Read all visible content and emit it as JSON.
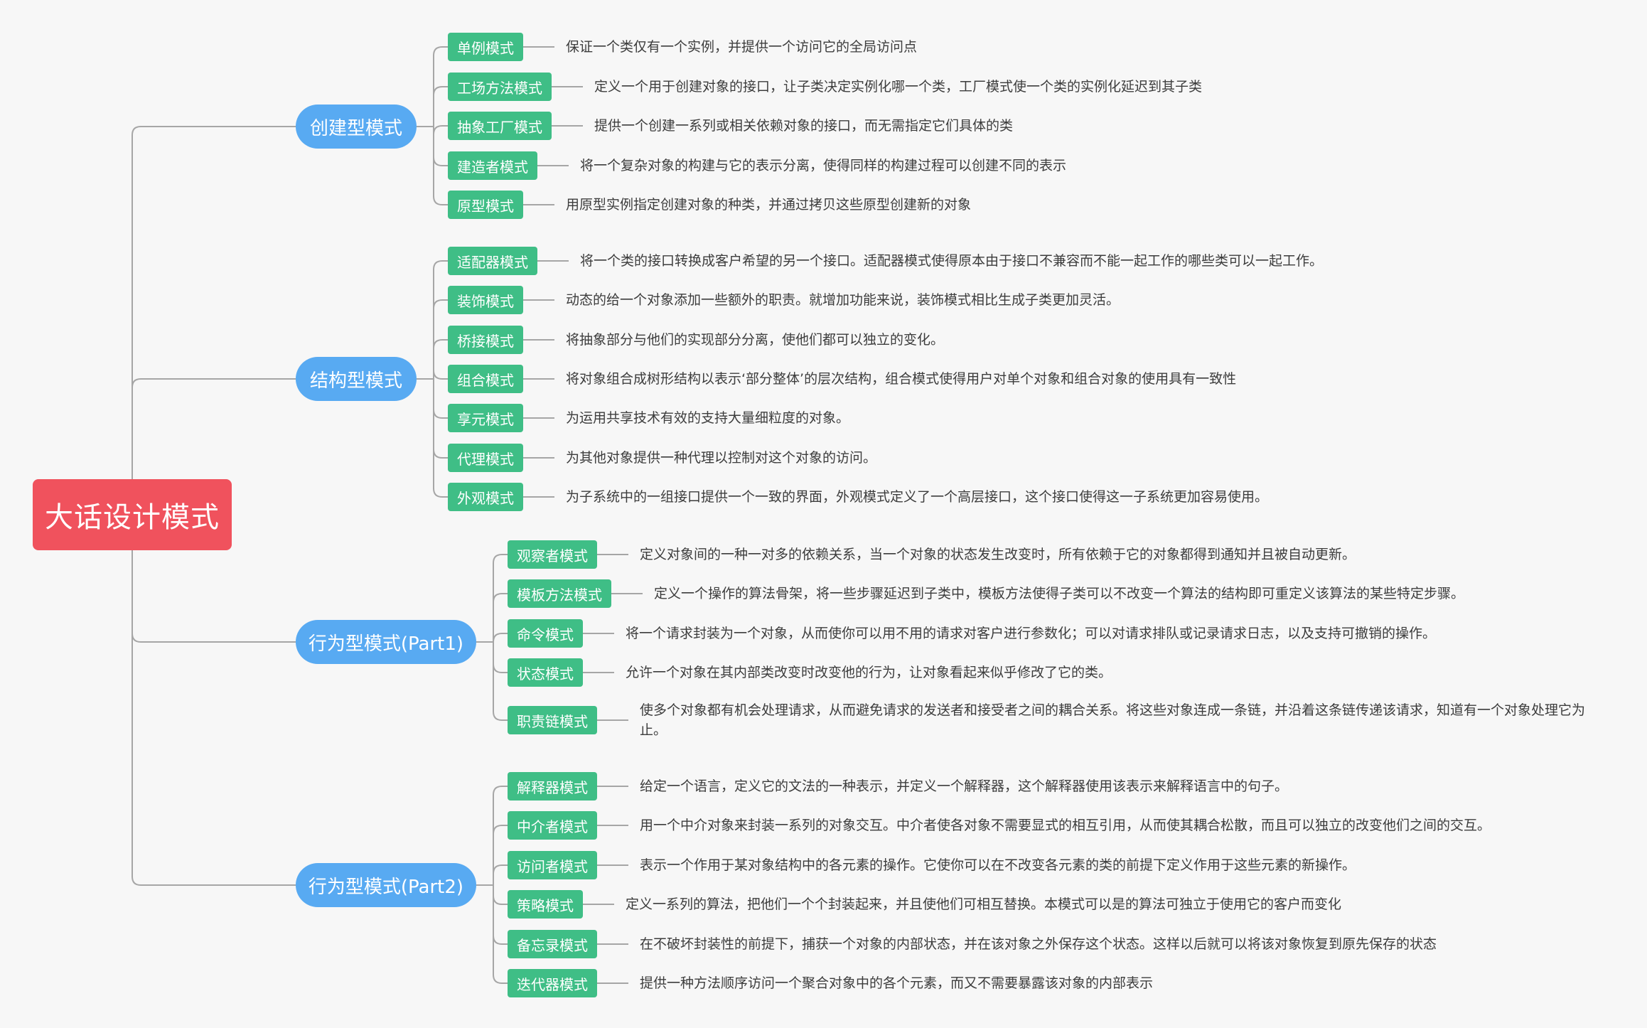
{
  "root": {
    "title": "大话设计模式"
  },
  "colors": {
    "root": "#f0525d",
    "category": "#58aaf2",
    "pattern": "#3fbe86",
    "line": "#a6a6a6",
    "background": "#f7f7f7"
  },
  "categories": [
    {
      "label": "创建型模式",
      "patterns": [
        {
          "name": "单例模式",
          "description": "保证一个类仅有一个实例，并提供一个访问它的全局访问点"
        },
        {
          "name": "工场方法模式",
          "description": "定义一个用于创建对象的接口，让子类决定实例化哪一个类，工厂模式使一个类的实例化延迟到其子类"
        },
        {
          "name": "抽象工厂模式",
          "description": "提供一个创建一系列或相关依赖对象的接口，而无需指定它们具体的类"
        },
        {
          "name": "建造者模式",
          "description": "将一个复杂对象的构建与它的表示分离，使得同样的构建过程可以创建不同的表示"
        },
        {
          "name": "原型模式",
          "description": "用原型实例指定创建对象的种类，并通过拷贝这些原型创建新的对象"
        }
      ]
    },
    {
      "label": "结构型模式",
      "patterns": [
        {
          "name": "适配器模式",
          "description": "将一个类的接口转换成客户希望的另一个接口。适配器模式使得原本由于接口不兼容而不能一起工作的哪些类可以一起工作。"
        },
        {
          "name": "装饰模式",
          "description": "动态的给一个对象添加一些额外的职责。就增加功能来说，装饰模式相比生成子类更加灵活。"
        },
        {
          "name": "桥接模式",
          "description": "将抽象部分与他们的实现部分分离，使他们都可以独立的变化。"
        },
        {
          "name": "组合模式",
          "description": "将对象组合成树形结构以表示‘部分整体’的层次结构，组合模式使得用户对单个对象和组合对象的使用具有一致性"
        },
        {
          "name": "享元模式",
          "description": "为运用共享技术有效的支持大量细粒度的对象。"
        },
        {
          "name": "代理模式",
          "description": "为其他对象提供一种代理以控制对这个对象的访问。"
        },
        {
          "name": "外观模式",
          "description": "为子系统中的一组接口提供一个一致的界面，外观模式定义了一个高层接口，这个接口使得这一子系统更加容易使用。"
        }
      ]
    },
    {
      "label": "行为型模式(Part1)",
      "patterns": [
        {
          "name": "观察者模式",
          "description": "定义对象间的一种一对多的依赖关系，当一个对象的状态发生改变时，所有依赖于它的对象都得到通知并且被自动更新。"
        },
        {
          "name": "模板方法模式",
          "description": "定义一个操作的算法骨架，将一些步骤延迟到子类中，模板方法使得子类可以不改变一个算法的结构即可重定义该算法的某些特定步骤。"
        },
        {
          "name": "命令模式",
          "description": "将一个请求封装为一个对象，从而使你可以用不用的请求对客户进行参数化；可以对请求排队或记录请求日志，以及支持可撤销的操作。"
        },
        {
          "name": "状态模式",
          "description": "允许一个对象在其内部类改变时改变他的行为，让对象看起来似乎修改了它的类。"
        },
        {
          "name": "职责链模式",
          "description": "使多个对象都有机会处理请求，从而避免请求的发送者和接受者之间的耦合关系。将这些对象连成一条链，并沿着这条链传递该请求，知道有一个对象处理它为止。"
        }
      ]
    },
    {
      "label": "行为型模式(Part2)",
      "patterns": [
        {
          "name": "解释器模式",
          "description": "给定一个语言，定义它的文法的一种表示，并定义一个解释器，这个解释器使用该表示来解释语言中的句子。"
        },
        {
          "name": "中介者模式",
          "description": "用一个中介对象来封装一系列的对象交互。中介者使各对象不需要显式的相互引用，从而使其耦合松散，而且可以独立的改变他们之间的交互。"
        },
        {
          "name": "访问者模式",
          "description": "表示一个作用于某对象结构中的各元素的操作。它使你可以在不改变各元素的类的前提下定义作用于这些元素的新操作。"
        },
        {
          "name": "策略模式",
          "description": "定义一系列的算法，把他们一个个封装起来，并且使他们可相互替换。本模式可以是的算法可独立于使用它的客户而变化"
        },
        {
          "name": "备忘录模式",
          "description": "在不破坏封装性的前提下，捕获一个对象的内部状态，并在该对象之外保存这个状态。这样以后就可以将该对象恢复到原先保存的状态"
        },
        {
          "name": "迭代器模式",
          "description": "提供一种方法顺序访问一个聚合对象中的各个元素，而又不需要暴露该对象的内部表示"
        }
      ]
    }
  ]
}
